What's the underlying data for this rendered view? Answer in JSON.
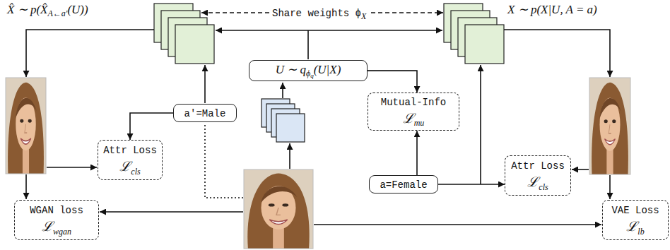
{
  "diagram": {
    "nodes": [
      {
        "text": [
          "U ∼ q",
          "ϕ",
          "q",
          "(U|X)"
        ]
      },
      {
        "text": [
          "Mutual-Info",
          "ℒ",
          "mu"
        ]
      },
      {
        "text": [
          "a'=Male"
        ]
      },
      {
        "text": [
          "Attr Loss",
          "ℒ",
          "cls"
        ]
      },
      {
        "text": [
          "Attr Loss",
          "ℒ",
          "cls"
        ]
      },
      {
        "text": [
          "a=Female"
        ]
      },
      {
        "text": [
          "WGAN loss",
          "ℒ",
          "wgan"
        ]
      },
      {
        "text": [
          "VAE Loss",
          "ℒ",
          "lb"
        ]
      }
    ],
    "edges": [
      {
        "from": 0,
        "to": 1,
        "arrow": "to"
      },
      {
        "from": 5,
        "to": 1,
        "arrow": "to"
      },
      {
        "from": 5,
        "to": 4,
        "arrow": "to"
      },
      {
        "from": 2,
        "to": 3,
        "arrow": "to"
      }
    ],
    "labels": [
      "X̂ ∼ p(X̂",
      "A←a′",
      "(U))",
      "Share weights ϕ",
      "X",
      "X ∼ p(X|U, A = a)"
    ]
  }
}
